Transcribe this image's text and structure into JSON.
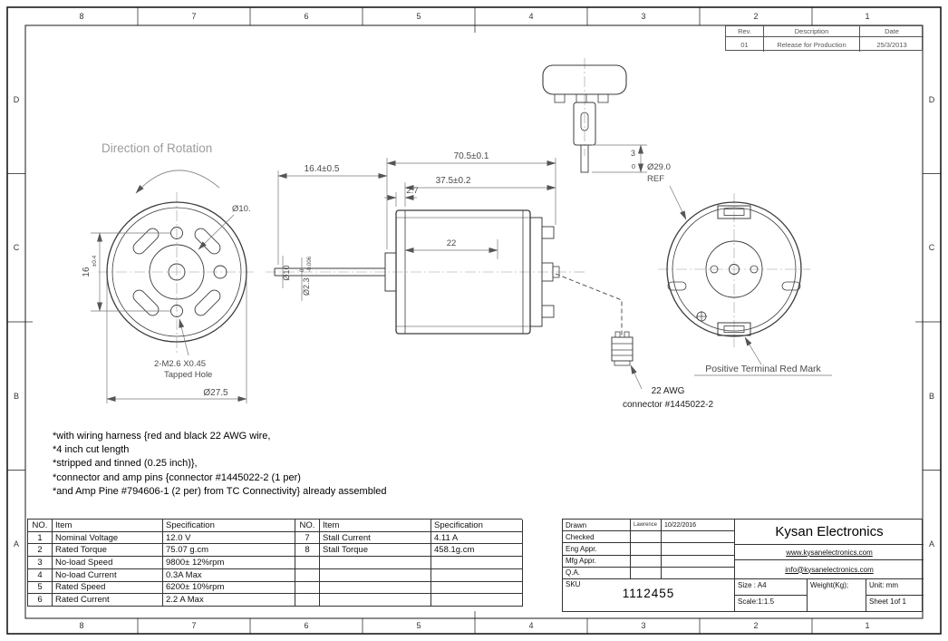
{
  "frame": {
    "top": [
      "8",
      "7",
      "6",
      "5",
      "4",
      "3",
      "2",
      "1"
    ],
    "bottom": [
      "8",
      "7",
      "6",
      "5",
      "4",
      "3",
      "2",
      "1"
    ],
    "left": [
      "D",
      "C",
      "B",
      "A"
    ],
    "right": [
      "D",
      "C",
      "B",
      "A"
    ]
  },
  "revision": {
    "headers": {
      "rev": "Rev.",
      "desc": "Description",
      "date": "Date"
    },
    "row": {
      "rev": "01",
      "desc": "Release for Production",
      "date": "25/3/2013"
    }
  },
  "front_view": {
    "title": "Direction of Rotation",
    "dim_hub": "Ø10.",
    "dim_holes": "16",
    "dim_holes_tol": "±0.4",
    "tapped1": "2-M2.6 X0.45",
    "tapped2": "Tapped Hole",
    "dim_outer": "Ø27.5"
  },
  "side_view": {
    "dim_total": "70.5±0.1",
    "dim_shaft_len": "16.4±0.5",
    "dim_body": "37.5±0.2",
    "dim_step": "2.7",
    "dim_core": "22",
    "dim_boss": "Ø10",
    "dim_shaft": "Ø2.3",
    "shaft_tol_hi": "0",
    "shaft_tol_lo": "-0.006"
  },
  "connector_view": {
    "dim": "3",
    "dim_tol": "0"
  },
  "harness": {
    "awg": "22 AWG",
    "connector": "connector #1445022-2"
  },
  "rear_view": {
    "dim_ref1": "Ø29.0",
    "dim_ref2": "REF",
    "positive_label": "Positive Terminal Red Mark"
  },
  "notes": [
    "*with wiring harness {red and black 22 AWG wire,",
    "*4 inch cut length",
    "*stripped and tinned (0.25 inch)},",
    "*connector and amp pins {connector #1445022-2 (1 per)",
    "*and Amp Pine #794606-1 (2 per) from TC Connectivity} already assembled"
  ],
  "spec": {
    "headers": {
      "no": "NO.",
      "item": "Item",
      "spec": "Specification"
    },
    "rows_left": [
      {
        "no": "1",
        "item": "Nominal Voltage",
        "spec": "12.0 V"
      },
      {
        "no": "2",
        "item": "Rated Torque",
        "spec": "75.07 g.cm"
      },
      {
        "no": "3",
        "item": "No-load Speed",
        "spec": "9800± 12%rpm"
      },
      {
        "no": "4",
        "item": "No-load Current",
        "spec": "0.3A Max"
      },
      {
        "no": "5",
        "item": "Rated Speed",
        "spec": "6200± 10%rpm"
      },
      {
        "no": "6",
        "item": "Rated Current",
        "spec": "2.2 A Max"
      }
    ],
    "rows_right": [
      {
        "no": "7",
        "item": "Stall Current",
        "spec": "4.11 A"
      },
      {
        "no": "8",
        "item": "Stall Torque",
        "spec": "458.1g.cm"
      }
    ]
  },
  "title_block": {
    "rows": [
      {
        "label": "Drawn",
        "name": "Lawrence",
        "date": "10/22/2016"
      },
      {
        "label": "Checked",
        "name": "",
        "date": ""
      },
      {
        "label": "Eng Appr.",
        "name": "",
        "date": ""
      },
      {
        "label": "Mfg Appr.",
        "name": "",
        "date": ""
      },
      {
        "label": "Q.A.",
        "name": "",
        "date": ""
      }
    ],
    "company": "Kysan Electronics",
    "website": "www.kysanelectronics.com",
    "email": "info@kysanelectronics.com",
    "sku_label": "SKU",
    "sku_value": "1112455",
    "size": "Size : A4",
    "scale": "Scale:1:1.5",
    "weight": "Weight(Kg);",
    "unit": "Unit: mm",
    "sheet": "Sheet 1of 1"
  }
}
